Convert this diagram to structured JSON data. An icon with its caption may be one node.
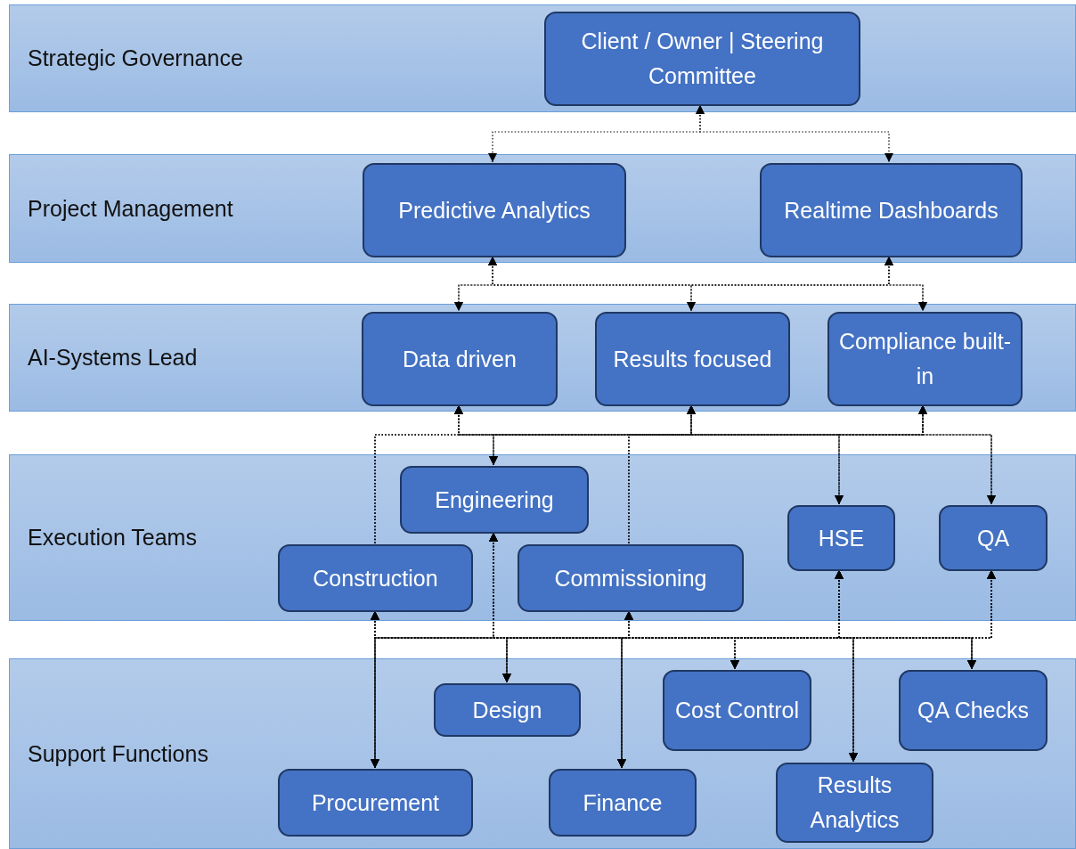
{
  "diagram": {
    "nodes": [
      {
        "text": [
          "Strategic Governance"
        ]
      },
      {
        "text": [
          "Client / Owner | Steering Committee"
        ],
        "in": 0
      },
      {
        "text": [
          "Project Management"
        ]
      },
      {
        "text": [
          "Predictive Analytics"
        ],
        "in": 2
      },
      {
        "text": [
          "Realtime Dashboards"
        ],
        "in": 2
      },
      {
        "text": [
          "AI-Systems Lead"
        ]
      },
      {
        "text": [
          "Data driven"
        ],
        "in": 5
      },
      {
        "text": [
          "Results focused"
        ],
        "in": 5
      },
      {
        "text": [
          "Compliance built-in"
        ],
        "in": 5
      },
      {
        "text": [
          "Execution Teams"
        ]
      },
      {
        "text": [
          "Engineering"
        ],
        "in": 9
      },
      {
        "text": [
          "HSE"
        ],
        "in": 9
      },
      {
        "text": [
          "QA"
        ],
        "in": 9
      },
      {
        "text": [
          "Construction"
        ],
        "in": 9
      },
      {
        "text": [
          "Commissioning"
        ],
        "in": 9
      },
      {
        "text": [
          "Support Functions"
        ]
      },
      {
        "text": [
          "Design"
        ],
        "in": 15
      },
      {
        "text": [
          "Cost Control"
        ],
        "in": 15
      },
      {
        "text": [
          "QA Checks"
        ],
        "in": 15
      },
      {
        "text": [
          "Procurement"
        ],
        "in": 15
      },
      {
        "text": [
          "Finance"
        ],
        "in": 15
      },
      {
        "text": [
          "Results Analytics"
        ],
        "in": 15
      }
    ],
    "edges": [
      {
        "from": 1,
        "to": 3,
        "arrow": "both",
        "style": "dashed"
      },
      {
        "from": 1,
        "to": 4,
        "arrow": "both",
        "style": "dashed"
      },
      {
        "from": 3,
        "to": 6,
        "arrow": "both",
        "style": "dashed"
      },
      {
        "from": 3,
        "to": 7,
        "arrow": "both",
        "style": "dashed"
      },
      {
        "from": 3,
        "to": 8,
        "arrow": "both",
        "style": "dashed"
      },
      {
        "from": 4,
        "to": 6,
        "arrow": "both",
        "style": "dashed"
      },
      {
        "from": 4,
        "to": 7,
        "arrow": "both",
        "style": "dashed"
      },
      {
        "from": 4,
        "to": 8,
        "arrow": "both",
        "style": "dashed"
      },
      {
        "from": 6,
        "to": 10,
        "arrow": "both",
        "style": "dashed"
      },
      {
        "from": 6,
        "to": 11,
        "arrow": "both",
        "style": "dashed"
      },
      {
        "from": 6,
        "to": 12,
        "arrow": "both",
        "style": "dashed"
      },
      {
        "from": 13,
        "to": 6,
        "arrow": "to",
        "style": "dashed"
      },
      {
        "from": 14,
        "to": 6,
        "arrow": "to",
        "style": "dashed"
      },
      {
        "from": 7,
        "to": 10,
        "arrow": "both",
        "style": "dashed"
      },
      {
        "from": 7,
        "to": 11,
        "arrow": "both",
        "style": "dashed"
      },
      {
        "from": 7,
        "to": 12,
        "arrow": "both",
        "style": "dashed"
      },
      {
        "from": 13,
        "to": 7,
        "arrow": "to",
        "style": "dashed"
      },
      {
        "from": 14,
        "to": 7,
        "arrow": "to",
        "style": "dashed"
      },
      {
        "from": 8,
        "to": 10,
        "arrow": "both",
        "style": "dashed"
      },
      {
        "from": 8,
        "to": 11,
        "arrow": "both",
        "style": "dashed"
      },
      {
        "from": 8,
        "to": 12,
        "arrow": "both",
        "style": "dashed"
      },
      {
        "from": 13,
        "to": 8,
        "arrow": "to",
        "style": "dashed"
      },
      {
        "from": 14,
        "to": 8,
        "arrow": "to",
        "style": "dashed"
      },
      {
        "from": 13,
        "to": 16,
        "arrow": "both",
        "style": "dashed"
      },
      {
        "from": 13,
        "to": 17,
        "arrow": "both",
        "style": "dashed"
      },
      {
        "from": 13,
        "to": 18,
        "arrow": "both",
        "style": "dashed"
      },
      {
        "from": 13,
        "to": 19,
        "arrow": "both",
        "style": "dashed"
      },
      {
        "from": 13,
        "to": 20,
        "arrow": "both",
        "style": "dashed"
      },
      {
        "from": 13,
        "to": 21,
        "arrow": "both",
        "style": "dashed"
      },
      {
        "from": 10,
        "to": 16,
        "arrow": "both",
        "style": "dashed"
      },
      {
        "from": 10,
        "to": 17,
        "arrow": "both",
        "style": "dashed"
      },
      {
        "from": 10,
        "to": 18,
        "arrow": "both",
        "style": "dashed"
      },
      {
        "from": 10,
        "to": 19,
        "arrow": "both",
        "style": "dashed"
      },
      {
        "from": 10,
        "to": 20,
        "arrow": "both",
        "style": "dashed"
      },
      {
        "from": 10,
        "to": 21,
        "arrow": "both",
        "style": "dashed"
      },
      {
        "from": 14,
        "to": 16,
        "arrow": "both",
        "style": "dashed"
      },
      {
        "from": 14,
        "to": 17,
        "arrow": "both",
        "style": "dashed"
      },
      {
        "from": 14,
        "to": 18,
        "arrow": "both",
        "style": "dashed"
      },
      {
        "from": 14,
        "to": 19,
        "arrow": "both",
        "style": "dashed"
      },
      {
        "from": 14,
        "to": 20,
        "arrow": "both",
        "style": "dashed"
      },
      {
        "from": 14,
        "to": 21,
        "arrow": "both",
        "style": "dashed"
      },
      {
        "from": 11,
        "to": 16,
        "arrow": "both",
        "style": "dashed"
      },
      {
        "from": 11,
        "to": 17,
        "arrow": "both",
        "style": "dashed"
      },
      {
        "from": 11,
        "to": 18,
        "arrow": "both",
        "style": "dashed"
      },
      {
        "from": 11,
        "to": 19,
        "arrow": "both",
        "style": "dashed"
      },
      {
        "from": 11,
        "to": 20,
        "arrow": "both",
        "style": "dashed"
      },
      {
        "from": 11,
        "to": 21,
        "arrow": "both",
        "style": "dashed"
      },
      {
        "from": 12,
        "to": 16,
        "arrow": "both",
        "style": "dashed"
      },
      {
        "from": 12,
        "to": 17,
        "arrow": "both",
        "style": "dashed"
      },
      {
        "from": 12,
        "to": 18,
        "arrow": "both",
        "style": "dashed"
      },
      {
        "from": 12,
        "to": 19,
        "arrow": "both",
        "style": "dashed"
      },
      {
        "from": 12,
        "to": 20,
        "arrow": "both",
        "style": "dashed"
      },
      {
        "from": 12,
        "to": 21,
        "arrow": "both",
        "style": "dashed"
      }
    ]
  }
}
